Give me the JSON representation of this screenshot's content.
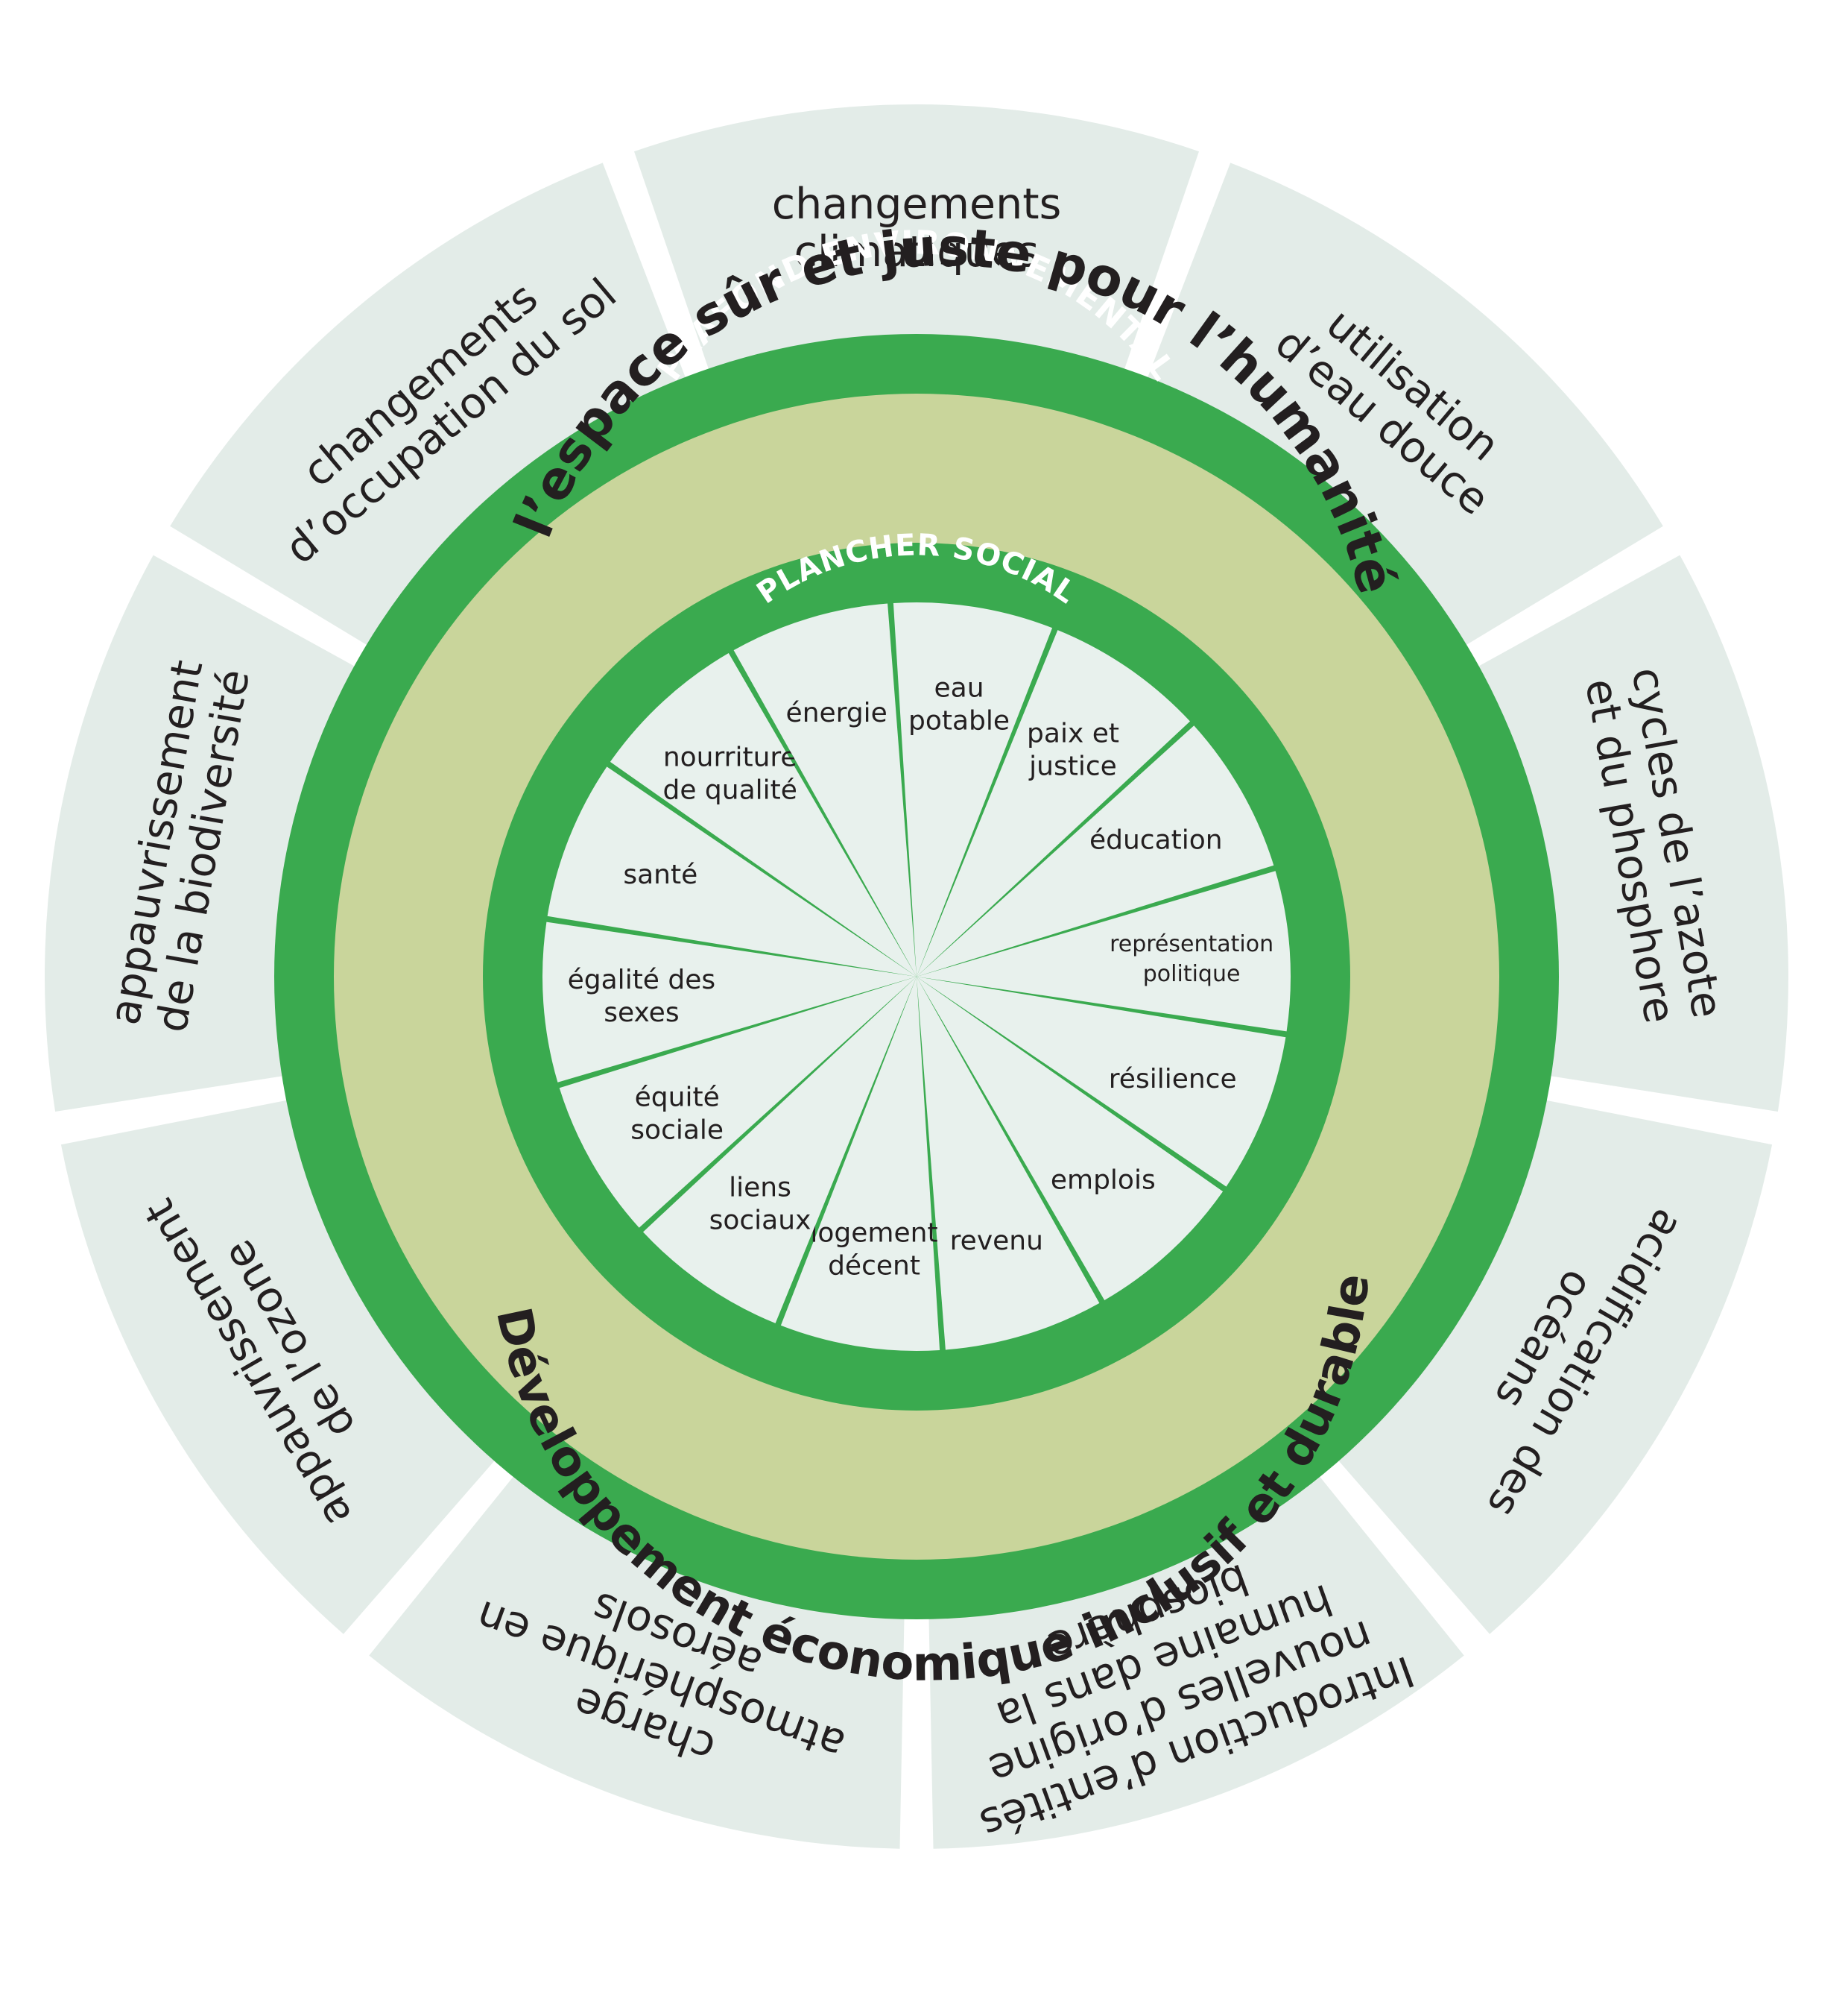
{
  "colors": {
    "outer_segment": "#e3ece8",
    "inner_segment": "#e8f1ed",
    "ring_green": "#3aaa4f",
    "band_olive": "#c9d59b",
    "text": "#231f20",
    "white": "#ffffff"
  },
  "ceiling_title": "PLAFOND ENVIRONNEMENTAL",
  "floor_title": "PLANCHER SOCIAL",
  "safe_space_title": "l’espace sûr et juste pour l’humanité",
  "development_title": "Développement économique inclusif et durable",
  "environmental_ceiling": [
    {
      "lines": [
        "changements",
        "climatiques"
      ]
    },
    {
      "lines": [
        "utilisation",
        "d’eau douce"
      ]
    },
    {
      "lines": [
        "cycles de l’azote",
        "et du phosphore"
      ]
    },
    {
      "lines": [
        "acidification des",
        "océans"
      ]
    },
    {
      "lines": [
        "Introduction d’entités",
        "nouvelles d’origine",
        "humaine dans la",
        "biosphère"
      ]
    },
    {
      "lines": [
        "charge",
        "atmosphérique en",
        "aérosols"
      ]
    },
    {
      "lines": [
        "appauvrissement",
        "de l’ozone"
      ]
    },
    {
      "lines": [
        "appauvrissement",
        "de la biodiversité"
      ]
    },
    {
      "lines": [
        "changements",
        "d’occupation du sol"
      ]
    }
  ],
  "social_foundation": [
    {
      "lines": [
        "eau",
        "potable"
      ]
    },
    {
      "lines": [
        "paix et",
        "justice"
      ]
    },
    {
      "lines": [
        "éducation"
      ]
    },
    {
      "lines": [
        "représentation",
        "politique"
      ]
    },
    {
      "lines": [
        "résilience"
      ]
    },
    {
      "lines": [
        "emplois"
      ]
    },
    {
      "lines": [
        "revenu"
      ]
    },
    {
      "lines": [
        "logement",
        "décent"
      ]
    },
    {
      "lines": [
        "liens",
        "sociaux"
      ]
    },
    {
      "lines": [
        "équité",
        "sociale"
      ]
    },
    {
      "lines": [
        "égalité des",
        "sexes"
      ]
    },
    {
      "lines": [
        "santé"
      ]
    },
    {
      "lines": [
        "nourriture",
        "de qualité"
      ]
    },
    {
      "lines": [
        "énergie"
      ]
    }
  ]
}
